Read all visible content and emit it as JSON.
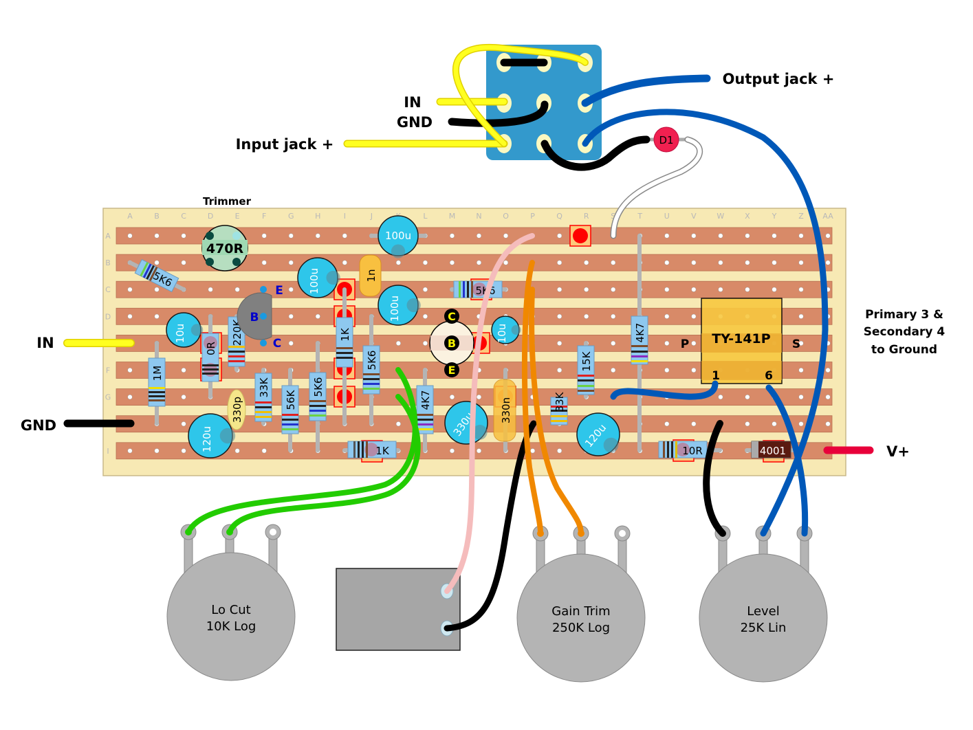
{
  "title_labels": {
    "trimmer": "Trimmer",
    "in_left": "IN",
    "gnd_left": "GND",
    "v_plus": "V+",
    "switch_in": "IN",
    "switch_gnd": "GND",
    "input_jack": "Input jack +",
    "output_jack": "Output jack +",
    "ground_note_1": "Primary 3 &",
    "ground_note_2": "Secondary 4",
    "ground_note_3": "to Ground"
  },
  "board": {
    "columns": [
      "A",
      "B",
      "C",
      "D",
      "E",
      "F",
      "G",
      "H",
      "I",
      "J",
      "K",
      "L",
      "M",
      "N",
      "O",
      "P",
      "Q",
      "R",
      "S",
      "T",
      "U",
      "V",
      "W",
      "X",
      "Y",
      "Z",
      "AA"
    ],
    "rows": [
      "A",
      "B",
      "C",
      "D",
      "E",
      "F",
      "G",
      "H",
      "I"
    ],
    "colors": {
      "board": "#f7e9b4",
      "strip": "#d88a68",
      "hole": "#ffffff",
      "cut": "#ff0000"
    }
  },
  "components": {
    "trimmer": {
      "value": "470R"
    },
    "resistors": [
      {
        "id": "r-5k6-b",
        "value": "5K6"
      },
      {
        "id": "r-1m",
        "value": "1M"
      },
      {
        "id": "r-0r",
        "value": "0R"
      },
      {
        "id": "r-220k",
        "value": "220K"
      },
      {
        "id": "r-33k",
        "value": "33K"
      },
      {
        "id": "r-56k",
        "value": "56K"
      },
      {
        "id": "r-5k6-h",
        "value": "5K6"
      },
      {
        "id": "r-1k-i",
        "value": "1K"
      },
      {
        "id": "r-5k6-k",
        "value": "5K6"
      },
      {
        "id": "r-1k-bottom",
        "value": "1K"
      },
      {
        "id": "r-4k7-l",
        "value": "4K7"
      },
      {
        "id": "r-5k6-c",
        "value": "5K6"
      },
      {
        "id": "r-33k-q",
        "value": "33K"
      },
      {
        "id": "r-15k",
        "value": "15K"
      },
      {
        "id": "r-4k7-t",
        "value": "4K7"
      },
      {
        "id": "r-10r",
        "value": "10R"
      }
    ],
    "caps": [
      {
        "id": "c-100u-a",
        "value": "100u"
      },
      {
        "id": "c-100u-b",
        "value": "100u"
      },
      {
        "id": "c-100u-c",
        "value": "100u"
      },
      {
        "id": "c-10u-d",
        "value": "10u"
      },
      {
        "id": "c-10u-o",
        "value": "10u"
      },
      {
        "id": "c-120u-h",
        "value": "120u"
      },
      {
        "id": "c-330u",
        "value": "330u"
      },
      {
        "id": "c-120u-s",
        "value": "120u"
      },
      {
        "id": "c-1n",
        "value": "1n"
      },
      {
        "id": "c-330p",
        "value": "330p"
      },
      {
        "id": "c-330n",
        "value": "330n"
      }
    ],
    "transistor_1": {
      "e": "E",
      "b": "B",
      "c": "C"
    },
    "transistor_2": {
      "c": "C",
      "b": "B",
      "e": "E"
    },
    "transformer": {
      "name": "TY-141P",
      "p": "P",
      "s": "S",
      "pin1": "1",
      "pin6": "6"
    },
    "diode": {
      "value": "4001"
    },
    "led": {
      "value": "D1"
    }
  },
  "pots": [
    {
      "name": "Lo Cut",
      "value": "10K Log"
    },
    {
      "name": "Gain Trim",
      "value": "250K Log"
    },
    {
      "name": "Level",
      "value": "25K Lin"
    }
  ]
}
